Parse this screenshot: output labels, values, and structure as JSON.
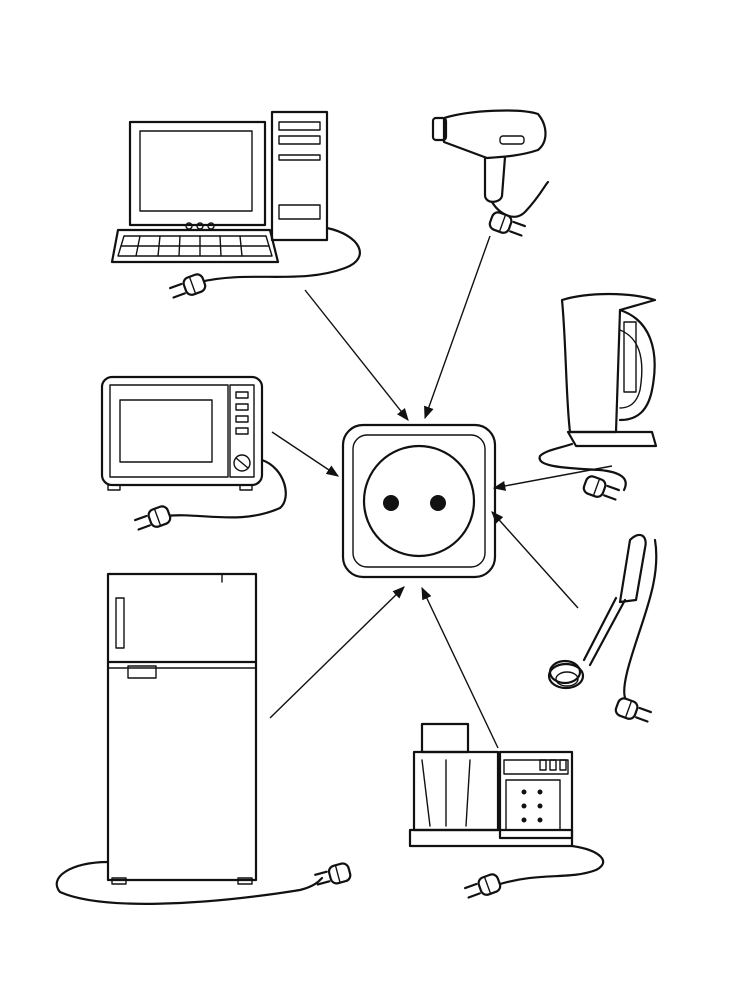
{
  "diagram": {
    "colors": {
      "ink": "#111111",
      "background": "#ffffff"
    },
    "center": {
      "icon": "power-outlet-icon"
    },
    "devices": [
      {
        "id": "computer",
        "icon": "desktop-computer-icon"
      },
      {
        "id": "hair-dryer",
        "icon": "hair-dryer-icon"
      },
      {
        "id": "kettle",
        "icon": "electric-kettle-icon"
      },
      {
        "id": "microwave",
        "icon": "microwave-oven-icon"
      },
      {
        "id": "immersion-heater",
        "icon": "immersion-heater-icon"
      },
      {
        "id": "refrigerator",
        "icon": "refrigerator-icon"
      },
      {
        "id": "food-processor",
        "icon": "food-processor-icon"
      }
    ],
    "connections": [
      {
        "from": "computer",
        "to": "outlet"
      },
      {
        "from": "hair-dryer",
        "to": "outlet"
      },
      {
        "from": "kettle",
        "to": "outlet"
      },
      {
        "from": "microwave",
        "to": "outlet"
      },
      {
        "from": "immersion-heater",
        "to": "outlet"
      },
      {
        "from": "refrigerator",
        "to": "outlet"
      },
      {
        "from": "food-processor",
        "to": "outlet"
      }
    ]
  }
}
